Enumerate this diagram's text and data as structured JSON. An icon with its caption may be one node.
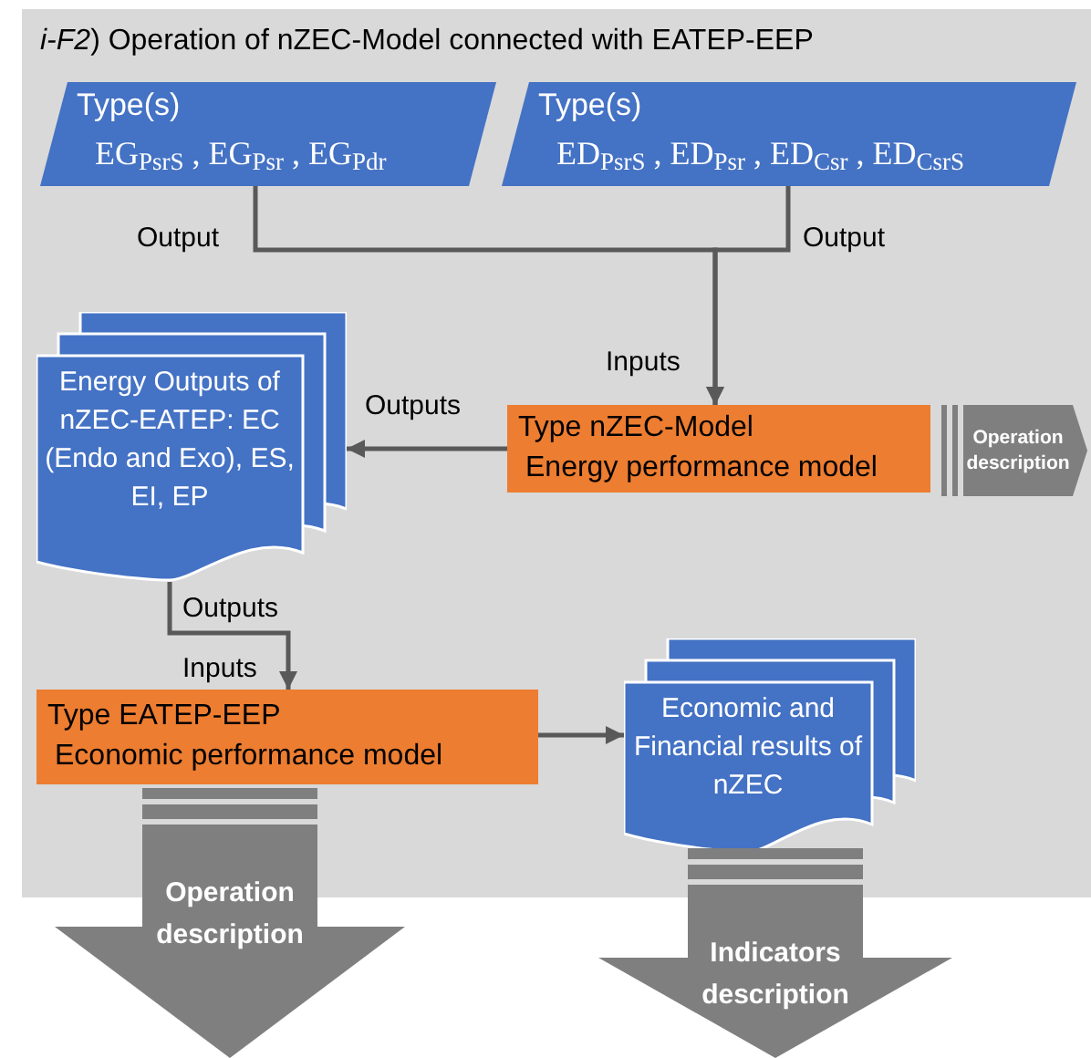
{
  "diagram": {
    "title": "*i-F2*) Operation of nZEC-Model connected with EATEP-EEP",
    "nodes": [
      {
        "text": [
          "Type(s)",
          "EG$_{PsrS}$ , EG$_{Psr}$ , EG$_{Pdr}$"
        ]
      },
      {
        "text": [
          "Type(s)",
          "ED$_{PsrS}$ , ED$_{Psr}$ , ED$_{Csr}$ , ED$_{CsrS}$"
        ]
      },
      {
        "text": [
          "Energy Outputs of nZEC-EATEP: EC (Endo and Exo), ES, EI, EP"
        ]
      },
      {
        "text": [
          "Type nZEC-Model",
          "Energy performance model"
        ]
      },
      {
        "text": [
          "Operation description"
        ]
      },
      {
        "text": [
          "Type EATEP-EEP",
          "Economic performance model"
        ]
      },
      {
        "text": [
          "Economic and Financial results of nZEC"
        ]
      },
      {
        "text": [
          "Operation description"
        ]
      },
      {
        "text": [
          "Indicators description"
        ]
      }
    ],
    "edges": [
      {
        "from": 0,
        "to": 3,
        "arrow": "to",
        "label": "Output"
      },
      {
        "from": 1,
        "to": 3,
        "arrow": "to",
        "label": "Output"
      },
      {
        "from": 3,
        "to": 2,
        "arrow": "to",
        "label": "Outputs"
      },
      {
        "from": 2,
        "to": 5,
        "arrow": "to",
        "label": "Outputs"
      },
      {
        "from": 5,
        "to": 6,
        "arrow": "to"
      }
    ],
    "labels": [
      "Inputs",
      "Inputs"
    ]
  }
}
